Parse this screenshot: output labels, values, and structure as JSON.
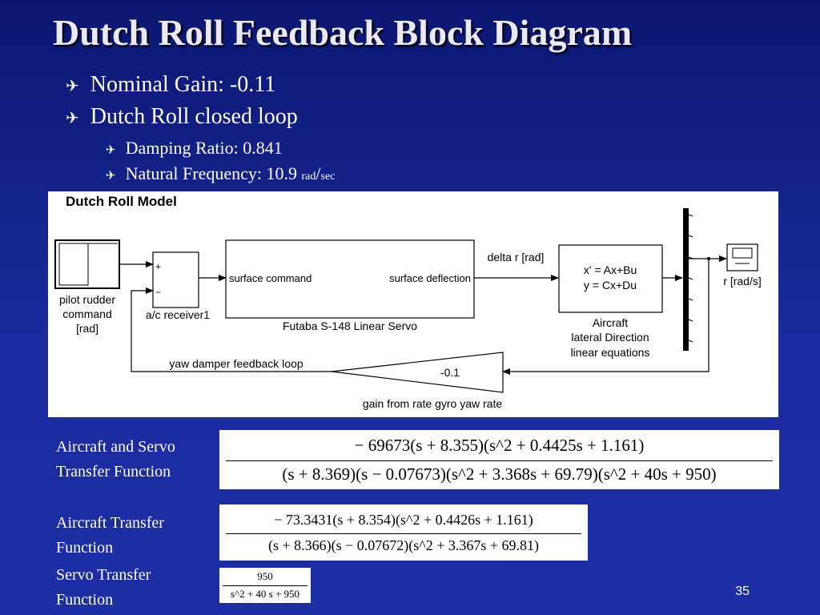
{
  "slide": {
    "title": "Dutch Roll Feedback Block Diagram",
    "page_number": "35"
  },
  "bullets": {
    "nominal_gain": "Nominal Gain: -0.11",
    "closed_loop": "Dutch Roll closed loop",
    "damping": "Damping Ratio: 0.841",
    "natural_freq_prefix": "Natural Frequency: 10.9",
    "natural_freq_unit_num": "rad",
    "natural_freq_unit_sep": "/",
    "natural_freq_unit_den": "sec"
  },
  "diagram": {
    "heading": "Dutch Roll Model",
    "pilot_block": {
      "label1": "pilot rudder",
      "label2": "command",
      "label3": "[rad]"
    },
    "sum_block": {
      "plus": "+",
      "minus": "−",
      "label": "a/c receiver1"
    },
    "servo_block": {
      "input": "surface command",
      "output": "surface deflection",
      "label": "Futaba S-148 Linear Servo"
    },
    "signal_label": "delta r [rad]",
    "aircraft_block": {
      "eq1": "x' = Ax+Bu",
      "eq2": "y = Cx+Du",
      "label1": "Aircraft",
      "label2": "lateral Direction",
      "label3": "linear equations"
    },
    "scope_label": "r [rad/s]",
    "feedback_label": "yaw damper feedback loop",
    "gain_value": "-0.1",
    "gain_label": "gain from rate gyro yaw rate"
  },
  "transfer_functions": {
    "combined": {
      "label_line1": "Aircraft and Servo",
      "label_line2": "Transfer Function",
      "numerator": "− 69673(s + 8.355)(s^2 + 0.4425s + 1.161)",
      "denominator": "(s + 8.369)(s − 0.07673)(s^2 + 3.368s + 69.79)(s^2 + 40s + 950)"
    },
    "aircraft": {
      "label_line1": "Aircraft Transfer",
      "label_line2": "Function",
      "numerator": "− 73.3431(s + 8.354)(s^2 + 0.4426s + 1.161)",
      "denominator": "(s + 8.366)(s − 0.07672)(s^2 + 3.367s + 69.81)"
    },
    "servo": {
      "label_line1": "Servo Transfer",
      "label_line2": "Function",
      "numerator": "950",
      "denominator": "s^2 + 40 s + 950"
    }
  }
}
